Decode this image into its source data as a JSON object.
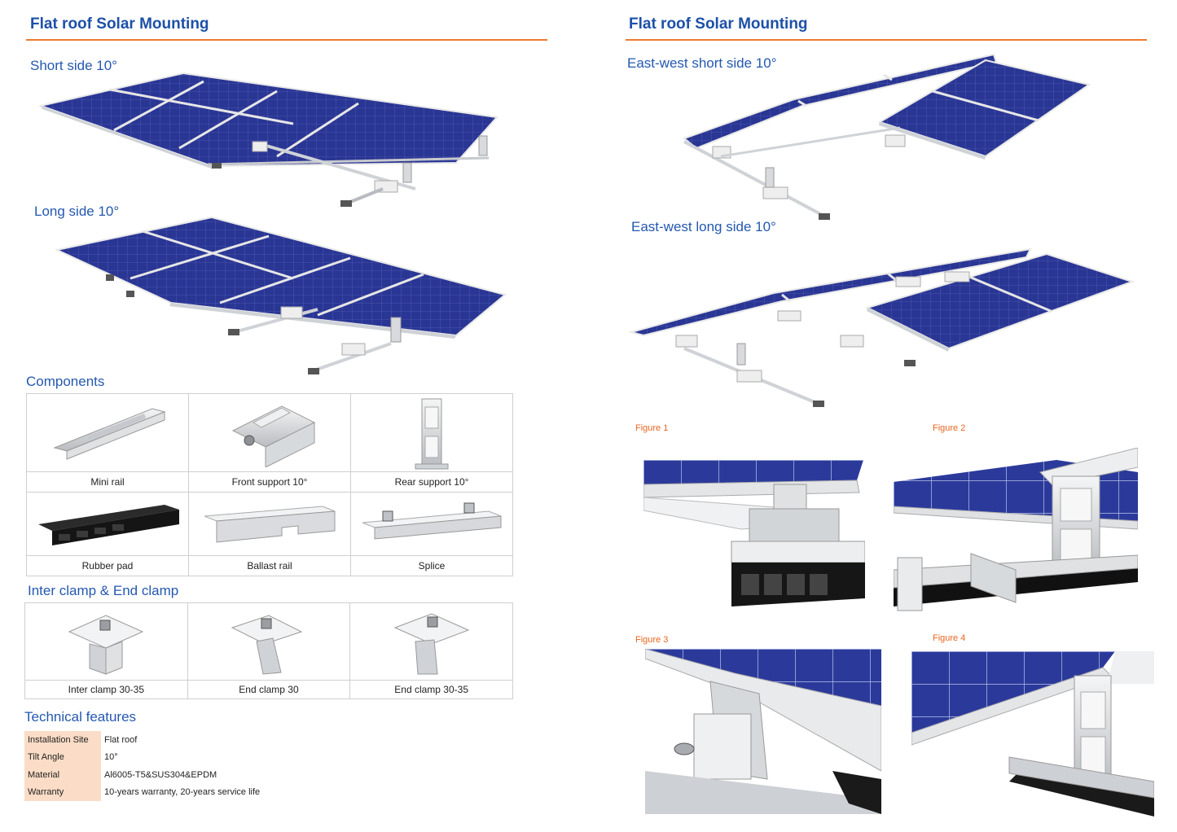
{
  "left": {
    "title": "Flat roof Solar Mounting",
    "sections": {
      "short_side": "Short side 10°",
      "long_side": "Long side 10°",
      "components": "Components",
      "clamps": "Inter clamp & End clamp",
      "technical": "Technical features"
    },
    "components": [
      {
        "label": "Mini  rail",
        "icon": "mini-rail-icon"
      },
      {
        "label": "Front support 10°",
        "icon": "front-support-icon"
      },
      {
        "label": "Rear support  10°",
        "icon": "rear-support-icon"
      },
      {
        "label": "Rubber pad",
        "icon": "rubber-pad-icon"
      },
      {
        "label": "Ballast rail",
        "icon": "ballast-rail-icon"
      },
      {
        "label": "Splice",
        "icon": "splice-icon"
      }
    ],
    "clamps": [
      {
        "label": "Inter clamp 30-35",
        "icon": "inter-clamp-icon"
      },
      {
        "label": "End clamp 30",
        "icon": "end-clamp-icon"
      },
      {
        "label": "End clamp  30-35",
        "icon": "end-clamp-icon"
      }
    ],
    "technical": [
      {
        "key": "Installation Site",
        "value": "Flat roof"
      },
      {
        "key": "Tilt Angle",
        "value": "10°"
      },
      {
        "key": "Material",
        "value": "Al6005-T5&SUS304&EPDM"
      },
      {
        "key": "Warranty",
        "value": "10-years warranty, 20-years service life"
      }
    ]
  },
  "right": {
    "title": "Flat roof Solar Mounting",
    "sections": {
      "ew_short": "East-west short side 10°",
      "ew_long": "East-west long side 10°"
    },
    "figures": [
      "Figure 1",
      "Figure 2",
      "Figure 3",
      "Figure 4"
    ]
  },
  "colors": {
    "title_blue": "#1d50a8",
    "heading_blue": "#2458b0",
    "rule_orange": "#ee7a30",
    "figure_orange": "#e8641e",
    "panel_blue": "#27338f",
    "key_bg": "#fbdcc6"
  }
}
